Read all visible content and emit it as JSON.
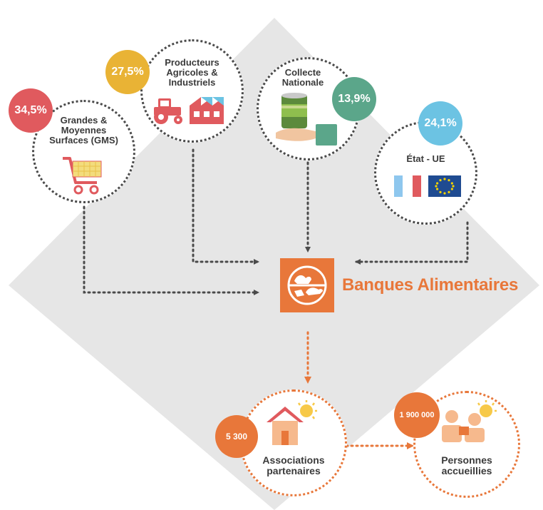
{
  "sources": [
    {
      "id": "gms",
      "percent": "34,5%",
      "label": "Grandes &\nMoyennes\nSurfaces (GMS)",
      "icon": "shopping-cart-icon",
      "color": "#e05a5e"
    },
    {
      "id": "producteurs",
      "percent": "27,5%",
      "label": "Producteurs\nAgricoles &\nIndustriels",
      "icon": "tractor-factory-icon",
      "color": "#e9b335"
    },
    {
      "id": "collecte",
      "percent": "13,9%",
      "label": "Collecte\nNationale",
      "icon": "can-hand-icon",
      "color": "#5ba68a"
    },
    {
      "id": "etat",
      "percent": "24,1%",
      "label": "État - UE",
      "icon": "flags-icon",
      "color": "#6cc3e3"
    }
  ],
  "center": {
    "name": "Banques Alimentaires",
    "icon": "banques-alimentaires-logo-icon",
    "color": "#e8773a"
  },
  "outputs": [
    {
      "id": "associations",
      "count": "5 300",
      "label": "Associations\npartenaires",
      "icon": "house-sun-icon"
    },
    {
      "id": "personnes",
      "count": "1 900 000",
      "label": "Personnes\naccueillies",
      "icon": "people-sun-icon"
    }
  ],
  "colors": {
    "accent": "#e8773a",
    "background_shape": "#e6e6e6",
    "dots": "#4a4a4a"
  }
}
